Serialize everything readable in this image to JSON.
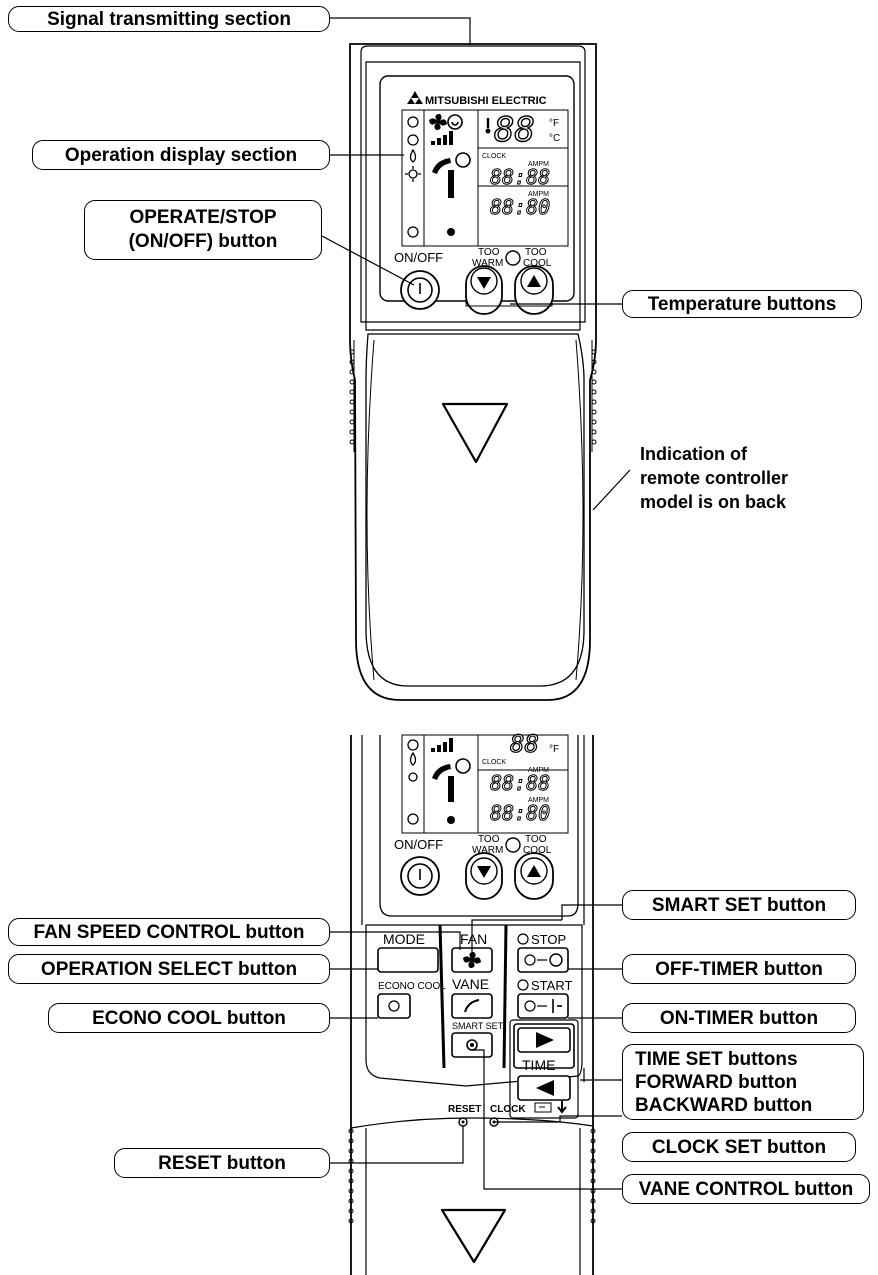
{
  "labels": {
    "signal": "Signal transmitting section",
    "display": "Operation display section",
    "operate_line1": "OPERATE/STOP",
    "operate_line2": "(ON/OFF) button",
    "temperature": "Temperature buttons",
    "model_line1": "Indication of",
    "model_line2": "remote controller",
    "model_line3": "model is on back",
    "smart_set": "SMART SET button",
    "fan_speed": "FAN SPEED CONTROL button",
    "op_select": "OPERATION SELECT button",
    "off_timer": "OFF-TIMER button",
    "econo": "ECONO COOL button",
    "on_timer": "ON-TIMER button",
    "time_set_line1": "TIME SET buttons",
    "time_set_line2": "FORWARD button",
    "time_set_line3": "BACKWARD button",
    "clock_set": "CLOCK SET button",
    "reset": "RESET button",
    "vane": "VANE CONTROL button"
  },
  "remote": {
    "brand": "MITSUBISHI ELECTRIC",
    "on_off": "ON/OFF",
    "too": "TOO",
    "warm": "WARM",
    "cool": "COOL",
    "temp_digits": "88",
    "unit_f": "°F",
    "unit_c": "°C",
    "clock": "CLOCK",
    "ampm": "AMPM",
    "time_digits": "88:88",
    "time_digits_2": "88:80",
    "mode": "MODE",
    "fan": "FAN",
    "stop": "STOP",
    "econo_cool": "ECONO COOL",
    "vane": "VANE",
    "start": "START",
    "smart_set": "SMART SET",
    "time": "TIME",
    "reset": "RESET",
    "clock_btn": "CLOCK"
  },
  "colors": {
    "ink": "#000000",
    "background": "#ffffff"
  },
  "icons": [
    "fan-icon",
    "vane-icon",
    "econo-cool-icon",
    "smart-set-icon",
    "forward-arrow-icon",
    "backward-arrow-icon",
    "down-triangle-icon",
    "up-triangle-icon",
    "power-icon",
    "info-icon",
    "thermometer-icon",
    "battery-icon"
  ]
}
